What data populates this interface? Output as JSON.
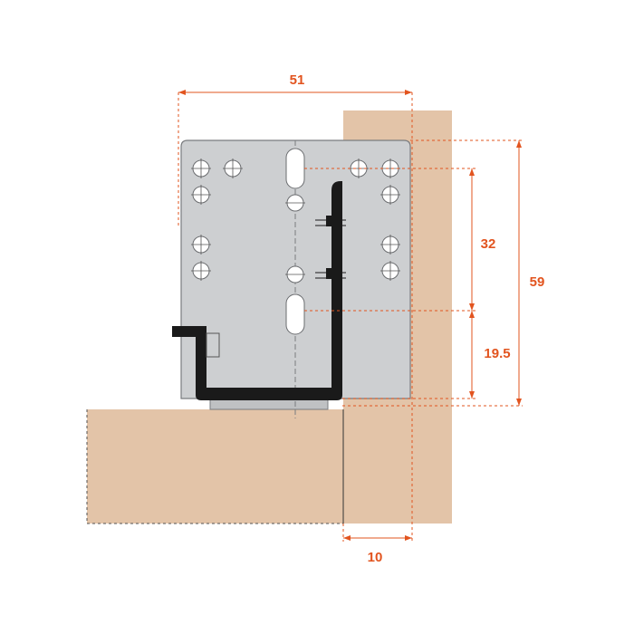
{
  "colors": {
    "background": "#ffffff",
    "wood": "#e3c4a8",
    "plate": "#cdcfd1",
    "plate_stroke": "#7a7c7f",
    "bracket": "#1a1a1a",
    "dimension": "#e2541f",
    "hole": "#ffffff"
  },
  "icons": [
    "mounting-plate",
    "l-bracket",
    "screw-hole",
    "cabinet-side-panel",
    "cabinet-bottom-panel"
  ],
  "dimensions": {
    "width": "51",
    "offset": "10",
    "total_height": "59",
    "hole_spacing": "32",
    "bottom_to_hole": "19.5"
  }
}
